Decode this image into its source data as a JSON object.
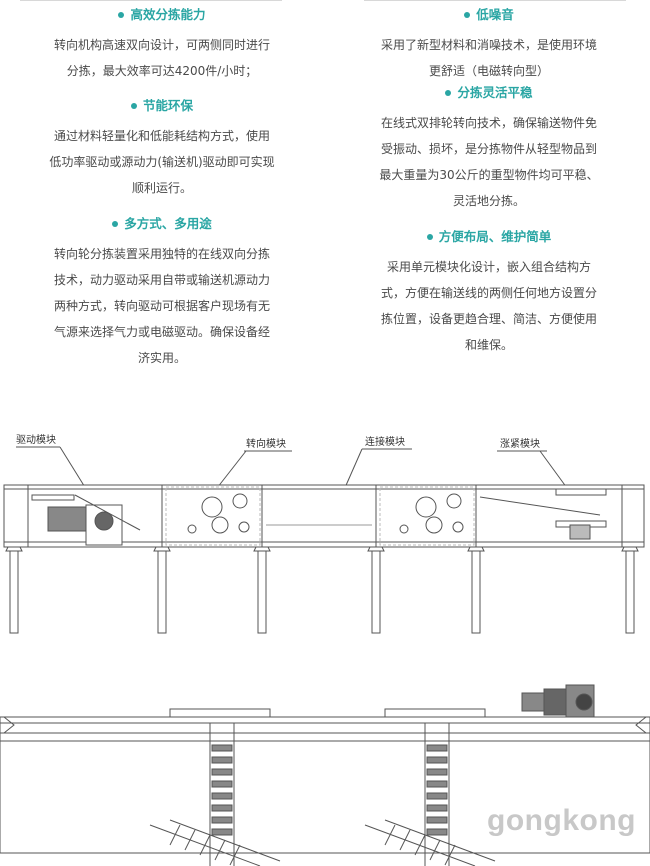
{
  "features_left": [
    {
      "title": "高效分拣能力",
      "lines": [
        "转向机构高速双向设计，可两侧同时进行",
        "分拣，最大效率可达4200件/小时；"
      ]
    },
    {
      "title": "节能环保",
      "lines": [
        "通过材料轻量化和低能耗结构方式，使用",
        "低功率驱动或源动力(输送机)驱动即可实现",
        "顺利运行。"
      ]
    },
    {
      "title": "多方式、多用途",
      "lines": [
        "转向轮分拣装置采用独特的在线双向分拣",
        "技术，动力驱动采用自带或输送机源动力",
        "两种方式，转向驱动可根据客户现场有无",
        "气源来选择气力或电磁驱动。确保设备经",
        "济实用。"
      ]
    }
  ],
  "features_right": [
    {
      "title": "低噪音",
      "lines": [
        "采用了新型材料和消噪技术，是使用环境",
        "更舒适（电磁转向型）"
      ]
    },
    {
      "title": "分拣灵活平稳",
      "lines": [
        "在线式双排轮转向技术，确保输送物件免",
        "受振动、损坏，是分拣物件从轻型物品到",
        "最大重量为30公斤的重型物件均可平稳、",
        "灵活地分拣。"
      ]
    },
    {
      "title": "方便布局、维护简单",
      "lines": [
        "采用单元模块化设计，嵌入组合结构方",
        "式，方便在输送线的两侧任何地方设置分",
        "拣位置，设备更趋合理、简洁、方便使用",
        "和维保。"
      ]
    }
  ],
  "diagram_labels": {
    "drive": "驱动模块",
    "turn": "转向模块",
    "connect": "连接模块",
    "tension": "涨紧模块"
  },
  "watermark": "gongkong",
  "colors": {
    "accent": "#2aa6a4",
    "line": "#555555"
  }
}
